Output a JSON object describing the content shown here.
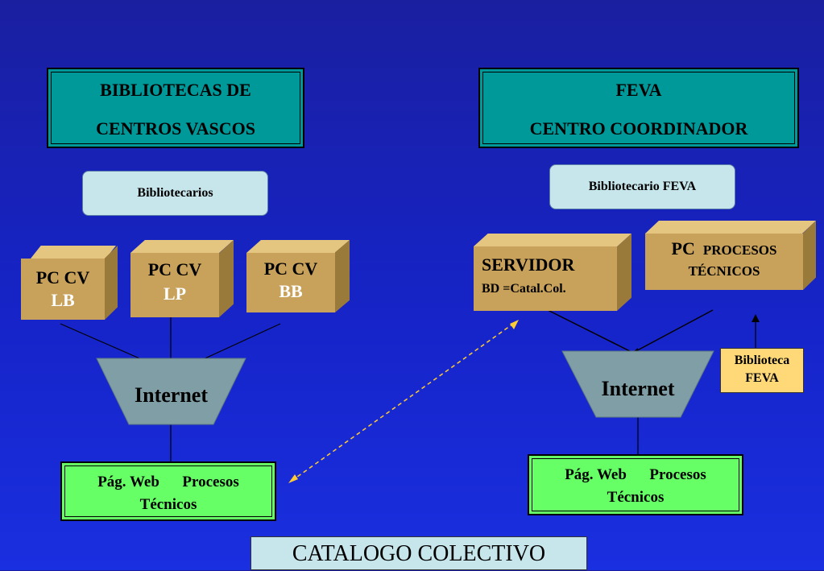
{
  "left": {
    "header": {
      "line1": "BIBLIOTECAS  DE",
      "line2": "CENTROS  VASCOS"
    },
    "role": "Bibliotecarios",
    "pcs": [
      {
        "name": "PC CV",
        "code": "LB"
      },
      {
        "name": "PC CV",
        "code": "LP"
      },
      {
        "name": "PC CV",
        "code": "BB"
      }
    ],
    "internet": "Internet",
    "web": {
      "line1": "Pág. Web      Procesos",
      "line2": "Técnicos"
    }
  },
  "right": {
    "header": {
      "line1": "FEVA",
      "line2": "CENTRO COORDINADOR"
    },
    "role": "Bibliotecario FEVA",
    "server": {
      "title": "SERVIDOR",
      "db": "BD =Catal.Col."
    },
    "pc": {
      "line1_a": "PC",
      "line1_b": "PROCESOS",
      "line2": "TÉCNICOS"
    },
    "library": {
      "line1": "Biblioteca",
      "line2": "FEVA"
    },
    "internet": "Internet",
    "web": {
      "line1": "Pág. Web      Procesos",
      "line2": "Técnicos"
    }
  },
  "footer": "CATALOGO COLECTIVO",
  "colors": {
    "background": "#1624c8",
    "header": "#00999a",
    "pill": "#c7e6ec",
    "box": "#c8a15a",
    "funnel": "#7f9ea6",
    "web": "#66ff66",
    "library": "#ffd978",
    "link": "#ffcc33"
  }
}
